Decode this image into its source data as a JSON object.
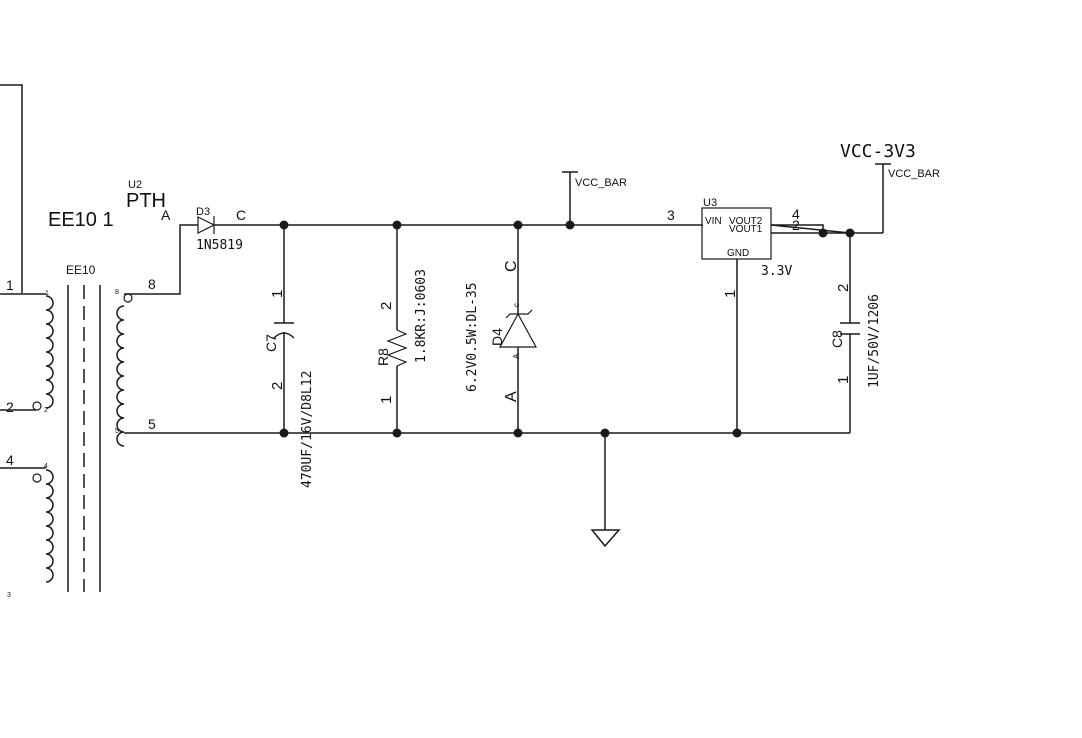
{
  "transformer": {
    "ref": "EE10",
    "part_label": "EE10 1",
    "pins": {
      "p1": "1",
      "p2": "2",
      "p4": "4",
      "p8": "8",
      "p5": "5"
    },
    "tiny_pins": {
      "t1": "1",
      "t2": "2",
      "t4": "4",
      "t8": "8",
      "t5": "5",
      "t3": "3"
    }
  },
  "u2": {
    "ref": "U2",
    "value": "PTH",
    "pin_a": "A"
  },
  "d3": {
    "ref": "D3",
    "value": "1N5819",
    "pin_c": "C"
  },
  "c7": {
    "ref": "C7",
    "value": "470UF/16V/D8L12",
    "pin1": "1",
    "pin2": "2"
  },
  "r8": {
    "ref": "R8",
    "value": "1.8KR:J:0603",
    "pin1": "1",
    "pin2": "2"
  },
  "d4": {
    "ref": "D4",
    "value": "6.2V0.5W:DL-35",
    "pin_c": "C",
    "pin_a": "A",
    "inner_c": "c",
    "inner_a": "A"
  },
  "u3": {
    "ref": "U3",
    "vin": "VIN",
    "vout2": "VOUT2",
    "vout1": "VOUT1",
    "gnd": "GND",
    "value": "3.3V",
    "pin3": "3",
    "pin4": "4",
    "pin2": "2",
    "pin1": "1"
  },
  "c8": {
    "ref": "C8",
    "value": "1UF/50V/1206",
    "pin1": "1",
    "pin2": "2"
  },
  "power": {
    "vcc_bar_1": "VCC_BAR",
    "vcc_bar_2": "VCC_BAR",
    "vcc_3v3": "VCC-3V3"
  }
}
